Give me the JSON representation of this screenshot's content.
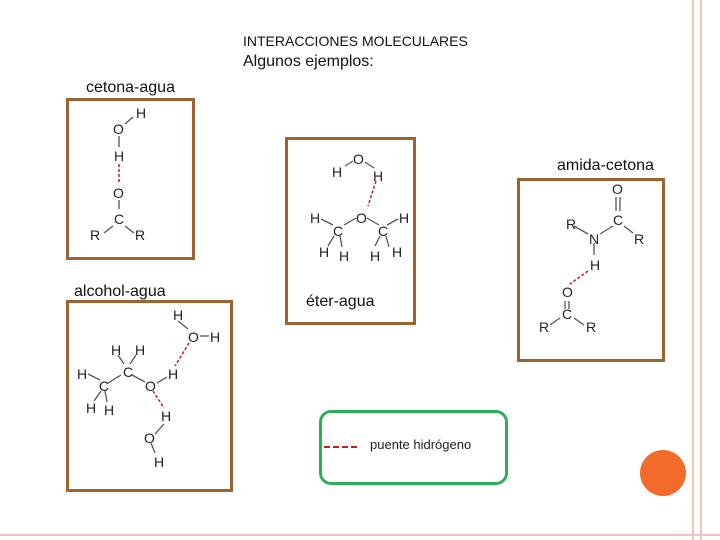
{
  "header": {
    "title": "INTERACCIONES MOLECULARES",
    "subtitle": "Algunos ejemplos:"
  },
  "examples": {
    "cetona_agua": "cetona-agua",
    "amida_cetona": "amida-cetona",
    "alcohol_agua": "alcohol-agua",
    "eter_agua": "éter-agua"
  },
  "legend": {
    "label": "puente hidrógeno"
  },
  "colors": {
    "slide_border": "#f3c3b5",
    "panel_border": "#a0622d",
    "legend_border": "#2fae5a",
    "hydrogen_bond": "#cc1a1a",
    "accent_circle": "#f26b2b"
  },
  "atoms": {
    "O": "O",
    "H": "H",
    "C": "C",
    "N": "N",
    "R": "R"
  }
}
